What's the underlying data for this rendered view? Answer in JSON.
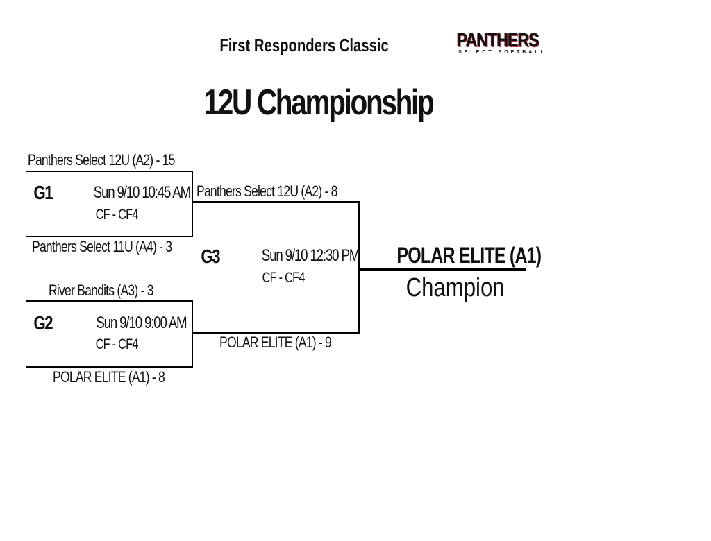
{
  "header": {
    "tournament": "First Responders Classic",
    "bracket": "12U Championship",
    "logo_text": "PANTHERS",
    "logo_subtext": "SELECT SOFTBALL"
  },
  "games": [
    {
      "id": "G1",
      "schedule": "Sun 9/10  10:45 AM",
      "field": "CF - CF4",
      "top_team": "Panthers Select 12U (A2) - 15",
      "bottom_team": "Panthers Select 11U (A4) - 3"
    },
    {
      "id": "G2",
      "schedule": "Sun 9/10  9:00 AM",
      "field": "CF - CF4",
      "top_team": "River Bandits (A3) - 3",
      "bottom_team": "POLAR ELITE (A1) - 8"
    },
    {
      "id": "G3",
      "schedule": "Sun 9/10  12:30 PM",
      "field": "CF - CF4",
      "top_team": "Panthers Select 12U (A2) - 8",
      "bottom_team": "POLAR ELITE (A1) - 9"
    }
  ],
  "champion": {
    "team": "POLAR ELITE (A1)",
    "label": "Champion"
  }
}
